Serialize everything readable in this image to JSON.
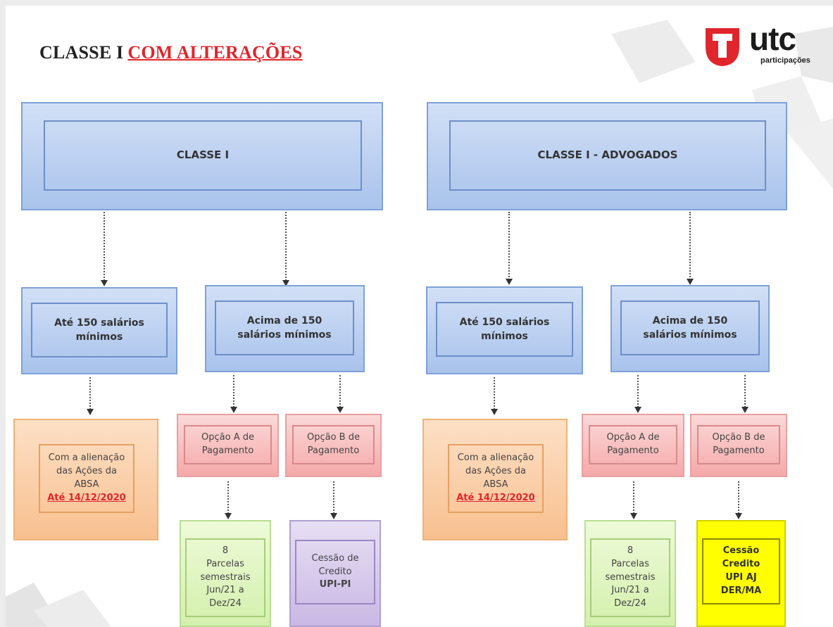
{
  "title": {
    "main": "CLASSE I",
    "highlight": "COM ALTERAÇÕES"
  },
  "logo": {
    "word": "utc",
    "sub": "participações"
  },
  "left": {
    "header": "CLASSE I",
    "ate": [
      "Até 150 salários",
      "mínimos"
    ],
    "acima": [
      "Acima de 150",
      "salários mínimos"
    ],
    "alienacao": [
      "Com a alienação",
      "das Ações da",
      "ABSA"
    ],
    "alienacao_date": "Até 14/12/2020",
    "opcao_a": [
      "Opção A de",
      "Pagamento"
    ],
    "opcao_b": [
      "Opção B de",
      "Pagamento"
    ],
    "parcelas": [
      "8",
      "Parcelas",
      "semestrais",
      "Jun/21 a",
      "Dez/24"
    ],
    "cessao": [
      "Cessão de",
      "Credito",
      "UPI-PI"
    ]
  },
  "right": {
    "header": "CLASSE I - ADVOGADOS",
    "ate": [
      "Até 150 salários",
      "mínimos"
    ],
    "acima": [
      "Acima de 150",
      "salários mínimos"
    ],
    "alienacao": [
      "Com a alienação",
      "das Ações da",
      "ABSA"
    ],
    "alienacao_date": "Até 14/12/2020",
    "opcao_a": [
      "Opção A de",
      "Pagamento"
    ],
    "opcao_b": [
      "Opção B de",
      "Pagamento"
    ],
    "parcelas": [
      "8",
      "Parcelas",
      "semestrais",
      "Jun/21 a",
      "Dez/24"
    ],
    "cessao": [
      "Cessão",
      "Credito",
      "UPI AJ",
      "DER/MA"
    ]
  },
  "colors": {
    "accent_red": "#e0262c",
    "box_blue": "#a9c3ec",
    "box_orange": "#f8c08f",
    "box_pink": "#f5a9a9",
    "box_green": "#d4f0ad",
    "box_purple": "#c9b8e4",
    "box_yellow": "#ffff00"
  }
}
